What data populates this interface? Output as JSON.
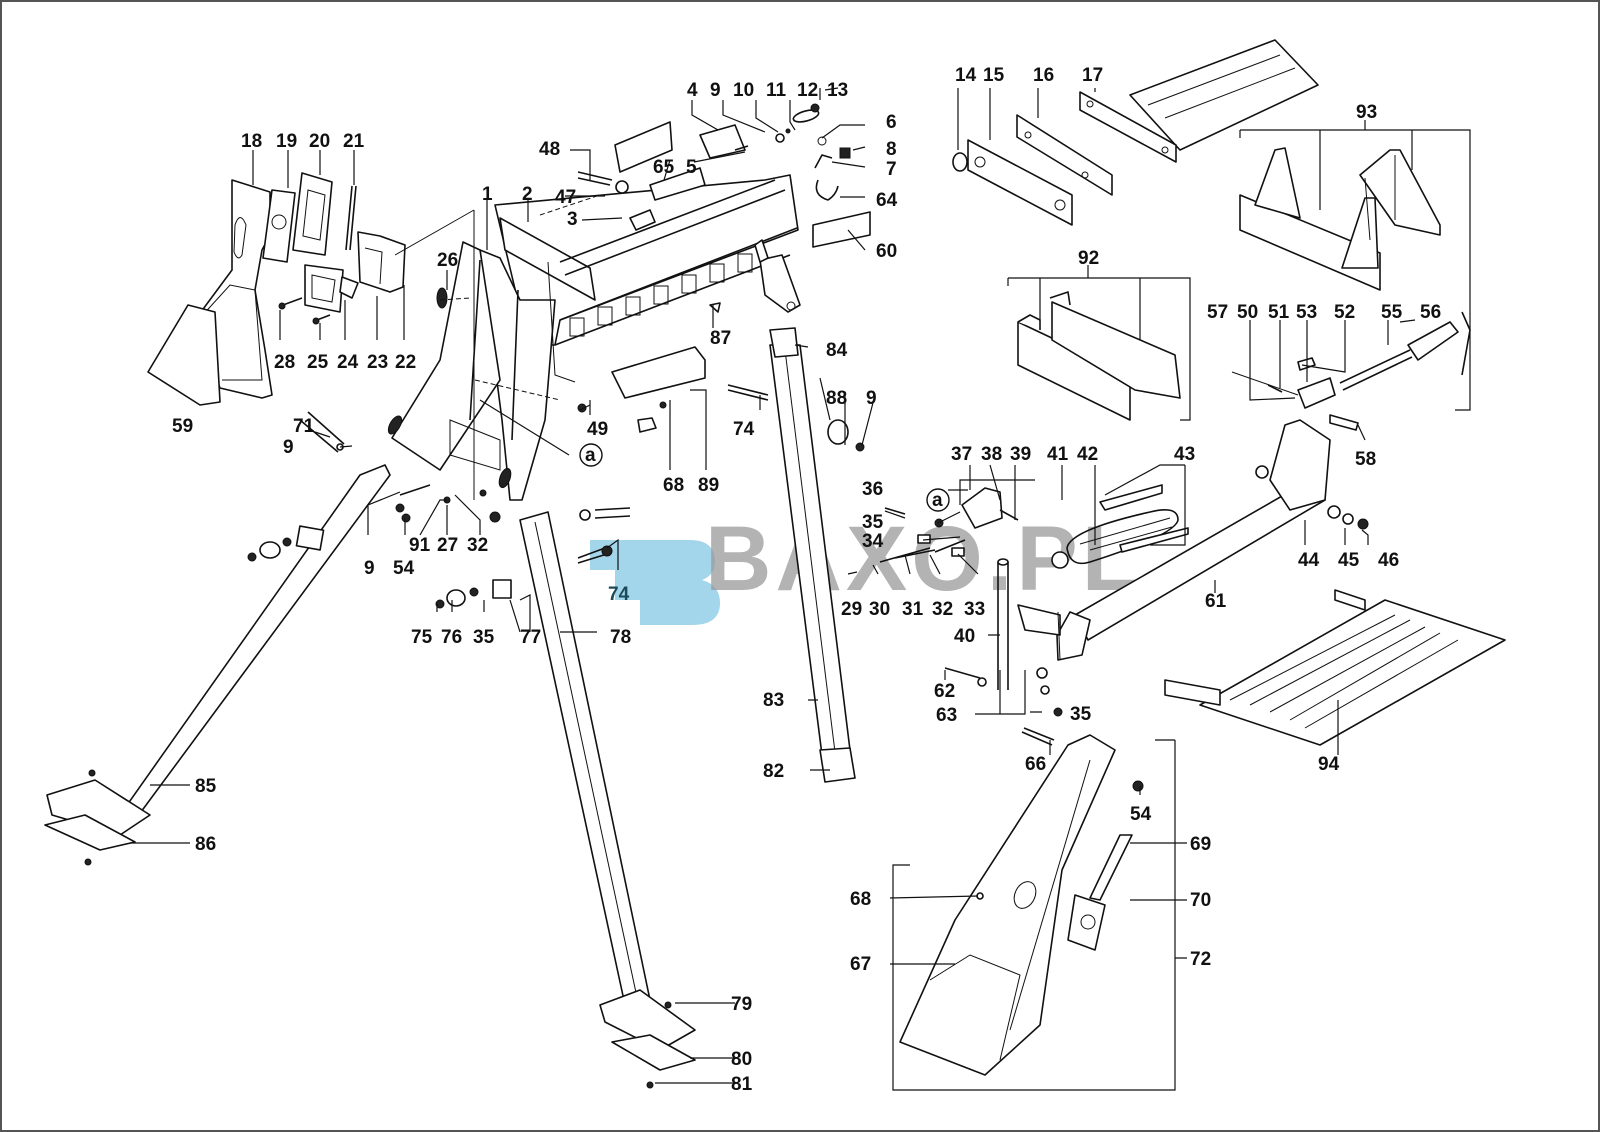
{
  "diagram": {
    "type": "exploded-parts-diagram",
    "subject": "Folding work bench / saw stand",
    "watermark": {
      "text": "BAXO.PL",
      "logo": "b-logo-icon",
      "color": "#8ccbe6"
    },
    "reference_marker": "a",
    "callouts": {
      "p1": "1",
      "p2": "2",
      "p3": "3",
      "p4": "4",
      "p5": "5",
      "p6": "6",
      "p7": "7",
      "p8": "8",
      "p9a": "9",
      "p9b": "9",
      "p9c": "9",
      "p9d": "9",
      "p10": "10",
      "p11": "11",
      "p12": "12",
      "p13": "13",
      "p14": "14",
      "p15": "15",
      "p16": "16",
      "p17": "17",
      "p18": "18",
      "p19": "19",
      "p20": "20",
      "p21": "21",
      "p22": "22",
      "p23": "23",
      "p24": "24",
      "p25": "25",
      "p26": "26",
      "p27": "27",
      "p28": "28",
      "p29": "29",
      "p30": "30",
      "p31": "31",
      "p32a": "32",
      "p32b": "32",
      "p33": "33",
      "p34": "34",
      "p35a": "35",
      "p35b": "35",
      "p35c": "35",
      "p36": "36",
      "p37": "37",
      "p38": "38",
      "p39": "39",
      "p40": "40",
      "p41": "41",
      "p42": "42",
      "p43": "43",
      "p44": "44",
      "p45": "45",
      "p46": "46",
      "p47": "47",
      "p48": "48",
      "p49": "49",
      "p50": "50",
      "p51": "51",
      "p52": "52",
      "p53": "53",
      "p54a": "54",
      "p54b": "54",
      "p55": "55",
      "p56": "56",
      "p57": "57",
      "p58": "58",
      "p59": "59",
      "p60": "60",
      "p61": "61",
      "p62": "62",
      "p63": "63",
      "p64": "64",
      "p65": "65",
      "p66": "66",
      "p67": "67",
      "p68a": "68",
      "p68b": "68",
      "p69": "69",
      "p70": "70",
      "p71": "71",
      "p72": "72",
      "p74a": "74",
      "p74b": "74",
      "p75": "75",
      "p76": "76",
      "p77": "77",
      "p78": "78",
      "p79": "79",
      "p80": "80",
      "p81": "81",
      "p82": "82",
      "p83": "83",
      "p84": "84",
      "p85": "85",
      "p86": "86",
      "p87": "87",
      "p88": "88",
      "p89": "89",
      "p91": "91",
      "p92": "92",
      "p93": "93",
      "p94": "94"
    }
  }
}
